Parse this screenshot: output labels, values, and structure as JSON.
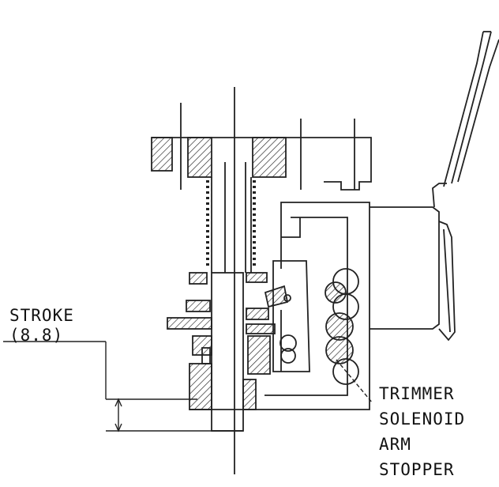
{
  "labels": {
    "stroke": "STROKE",
    "stroke_value": "(8.8)",
    "part_1": "TRIMMER",
    "part_2": "SOLENOID",
    "part_3": "ARM",
    "part_4": "STOPPER"
  }
}
